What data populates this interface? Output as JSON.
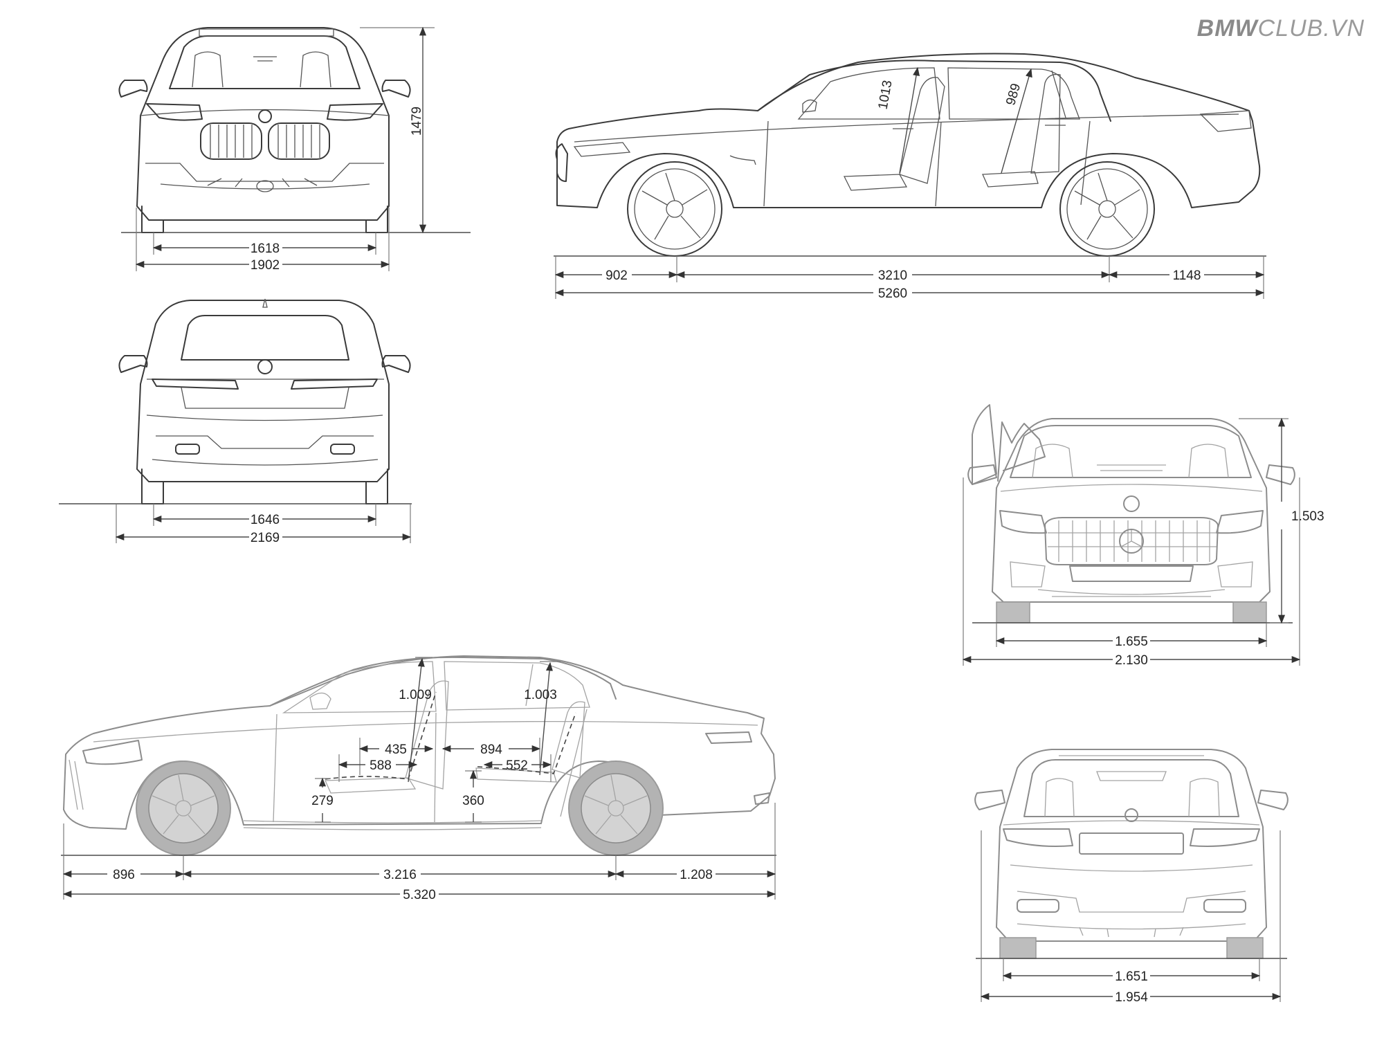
{
  "watermark": {
    "bold_part": "BMW",
    "rest": "CLUB.VN"
  },
  "bmw": {
    "front_view": {
      "height": "1479",
      "track": "1618",
      "width": "1902"
    },
    "rear_view": {
      "track": "1646",
      "width_mirrors": "2169"
    },
    "side_view": {
      "front_headroom": "1013",
      "rear_headroom": "989",
      "front_overhang": "902",
      "wheelbase": "3210",
      "rear_overhang": "1148",
      "length": "5260"
    }
  },
  "mercedes": {
    "front_view": {
      "height": "1.503",
      "track": "1.655",
      "width_mirrors": "2.130"
    },
    "rear_view": {
      "track": "1.651",
      "width": "1.954"
    },
    "side_view": {
      "front_headroom": "1.009",
      "rear_headroom": "1.003",
      "front_seat_a": "435",
      "front_seat_b": "588",
      "rear_seat_a": "894",
      "rear_seat_b": "552",
      "front_seat_height": "279",
      "rear_seat_height": "360",
      "front_overhang": "896",
      "wheelbase": "3.216",
      "rear_overhang": "1.208",
      "length": "5.320"
    }
  },
  "colors": {
    "bmw_linework": "#3a3a3a",
    "mercedes_linework": "#8c8c8c",
    "wheel_fill": "#b3b3b3"
  }
}
